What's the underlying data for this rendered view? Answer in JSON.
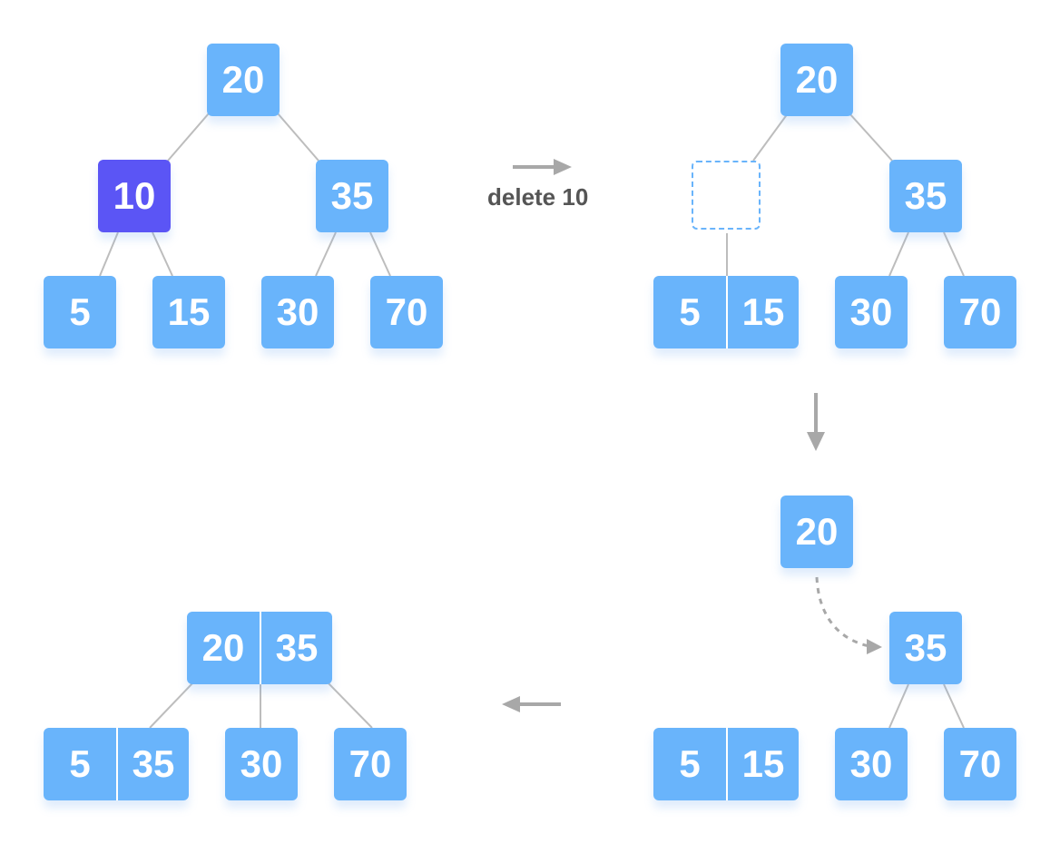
{
  "caption": "delete 10",
  "colors": {
    "node": "#69b4fb",
    "highlight": "#5b55f5",
    "edge": "#bdbdbd",
    "arrow": "#a8a8a8",
    "empty_border": "#69b4fb"
  },
  "step1": {
    "root": {
      "keys": [
        "20"
      ]
    },
    "left": {
      "keys": [
        "10"
      ],
      "highlighted": true
    },
    "right": {
      "keys": [
        "35"
      ]
    },
    "leaves": [
      {
        "keys": [
          "5"
        ]
      },
      {
        "keys": [
          "15"
        ]
      },
      {
        "keys": [
          "30"
        ]
      },
      {
        "keys": [
          "70"
        ]
      }
    ]
  },
  "step2": {
    "root": {
      "keys": [
        "20"
      ]
    },
    "left": {
      "keys": [],
      "empty": true
    },
    "right": {
      "keys": [
        "35"
      ]
    },
    "leaves": [
      {
        "keys": [
          "5",
          "15"
        ]
      },
      {
        "keys": [
          "30"
        ]
      },
      {
        "keys": [
          "70"
        ]
      }
    ]
  },
  "step3": {
    "root": {
      "keys": [
        "20"
      ]
    },
    "right": {
      "keys": [
        "35"
      ]
    },
    "leaves": [
      {
        "keys": [
          "5",
          "15"
        ]
      },
      {
        "keys": [
          "30"
        ]
      },
      {
        "keys": [
          "70"
        ]
      }
    ]
  },
  "step4": {
    "root": {
      "keys": [
        "20",
        "35"
      ]
    },
    "leaves": [
      {
        "keys": [
          "5",
          "35"
        ]
      },
      {
        "keys": [
          "30"
        ]
      },
      {
        "keys": [
          "70"
        ]
      }
    ]
  }
}
